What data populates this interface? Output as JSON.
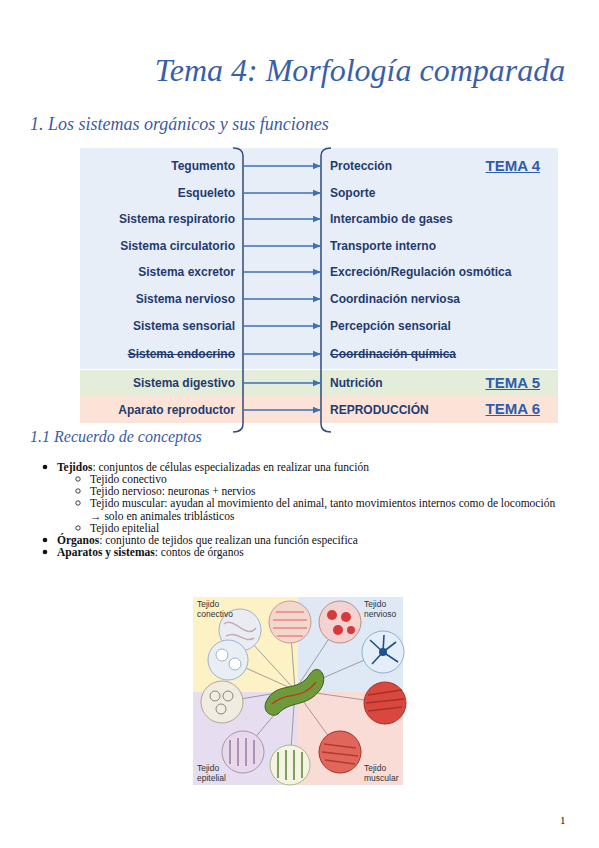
{
  "diagram": {
    "title": "Tema 4: Morfología comparada",
    "nodes": [
      {
        "text": [
          "TEMA 4"
        ]
      },
      {
        "text": [
          "Tegumento"
        ],
        "in": 0
      },
      {
        "text": [
          "Protección"
        ],
        "in": 0
      },
      {
        "text": [
          "Esqueleto"
        ],
        "in": 0
      },
      {
        "text": [
          "Soporte"
        ],
        "in": 0
      },
      {
        "text": [
          "Sistema respiratorio"
        ],
        "in": 0
      },
      {
        "text": [
          "Intercambio de gases"
        ],
        "in": 0
      },
      {
        "text": [
          "Sistema circulatorio"
        ],
        "in": 0
      },
      {
        "text": [
          "Transporte interno"
        ],
        "in": 0
      },
      {
        "text": [
          "Sistema excretor"
        ],
        "in": 0
      },
      {
        "text": [
          "Excreción/Regulación osmótica"
        ],
        "in": 0
      },
      {
        "text": [
          "Sistema nervioso"
        ],
        "in": 0
      },
      {
        "text": [
          "Coordinación nerviosa"
        ],
        "in": 0
      },
      {
        "text": [
          "Sistema sensorial"
        ],
        "in": 0
      },
      {
        "text": [
          "Percepción sensorial"
        ],
        "in": 0
      },
      {
        "text": [
          "Sistema endocrino"
        ],
        "in": 0
      },
      {
        "text": [
          "Coordinación química"
        ],
        "in": 0
      },
      {
        "text": [
          "TEMA 5"
        ]
      },
      {
        "text": [
          "Sistema digestivo"
        ],
        "in": 17
      },
      {
        "text": [
          "Nutrición"
        ],
        "in": 17
      },
      {
        "text": [
          "TEMA 6"
        ]
      },
      {
        "text": [
          "Aparato reproductor"
        ],
        "in": 20
      },
      {
        "text": [
          "REPRODUCCIÓN"
        ],
        "in": 20
      }
    ],
    "edges": [
      {
        "from": 1,
        "to": 2,
        "arrow": "to"
      },
      {
        "from": 3,
        "to": 4,
        "arrow": "to"
      },
      {
        "from": 5,
        "to": 6,
        "arrow": "to"
      },
      {
        "from": 7,
        "to": 8,
        "arrow": "to"
      },
      {
        "from": 9,
        "to": 10,
        "arrow": "to"
      },
      {
        "from": 11,
        "to": 12,
        "arrow": "to"
      },
      {
        "from": 13,
        "to": 14,
        "arrow": "to"
      },
      {
        "from": 15,
        "to": 16,
        "arrow": "to"
      },
      {
        "from": 18,
        "to": 19,
        "arrow": "to"
      },
      {
        "from": 21,
        "to": 22,
        "arrow": "to"
      }
    ],
    "labels": [
      "1. Los sistemas orgánicos y sus funciones",
      "1.1 Recuerdo de conceptos",
      "Tejidos",
      ": conjuntos de células especializadas en realizar una función",
      "Tejido conectivo",
      "Tejido nervioso: neuronas + nervios",
      "Tejido muscular: ayudan al movimiento del animal, tanto movimientos internos como de locomoción → solo en animales triblásticos",
      "Tejido epitelial",
      "Órganos",
      ": conjunto de tejidos que realizan una función especifica",
      "Aparatos y sistemas",
      ": contos de órganos",
      "Tejido conectivo",
      "Tejido nervioso",
      "Tejido epitelial",
      "Tejido muscular",
      "1"
    ]
  }
}
